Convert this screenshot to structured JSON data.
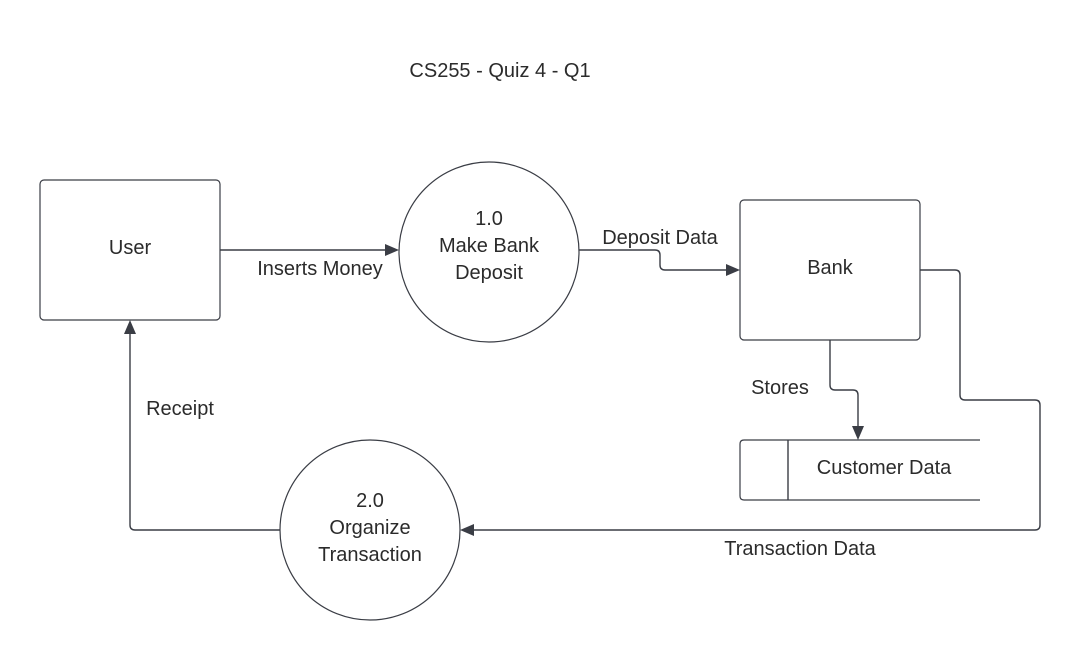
{
  "title": "CS255 - Quiz 4 - Q1",
  "entities": {
    "user": "User",
    "bank": "Bank"
  },
  "processes": {
    "p1": {
      "number": "1.0",
      "line1": "Make Bank",
      "line2": "Deposit"
    },
    "p2": {
      "number": "2.0",
      "line1": "Organize",
      "line2": "Transaction"
    }
  },
  "datastore": {
    "label": "Customer Data"
  },
  "flows": {
    "inserts_money": "Inserts Money",
    "deposit_data": "Deposit Data",
    "stores": "Stores",
    "transaction_data": "Transaction Data",
    "receipt": "Receipt"
  },
  "colors": {
    "stroke": "#3a3d45",
    "text": "#2b2b2b",
    "background": "#ffffff"
  }
}
